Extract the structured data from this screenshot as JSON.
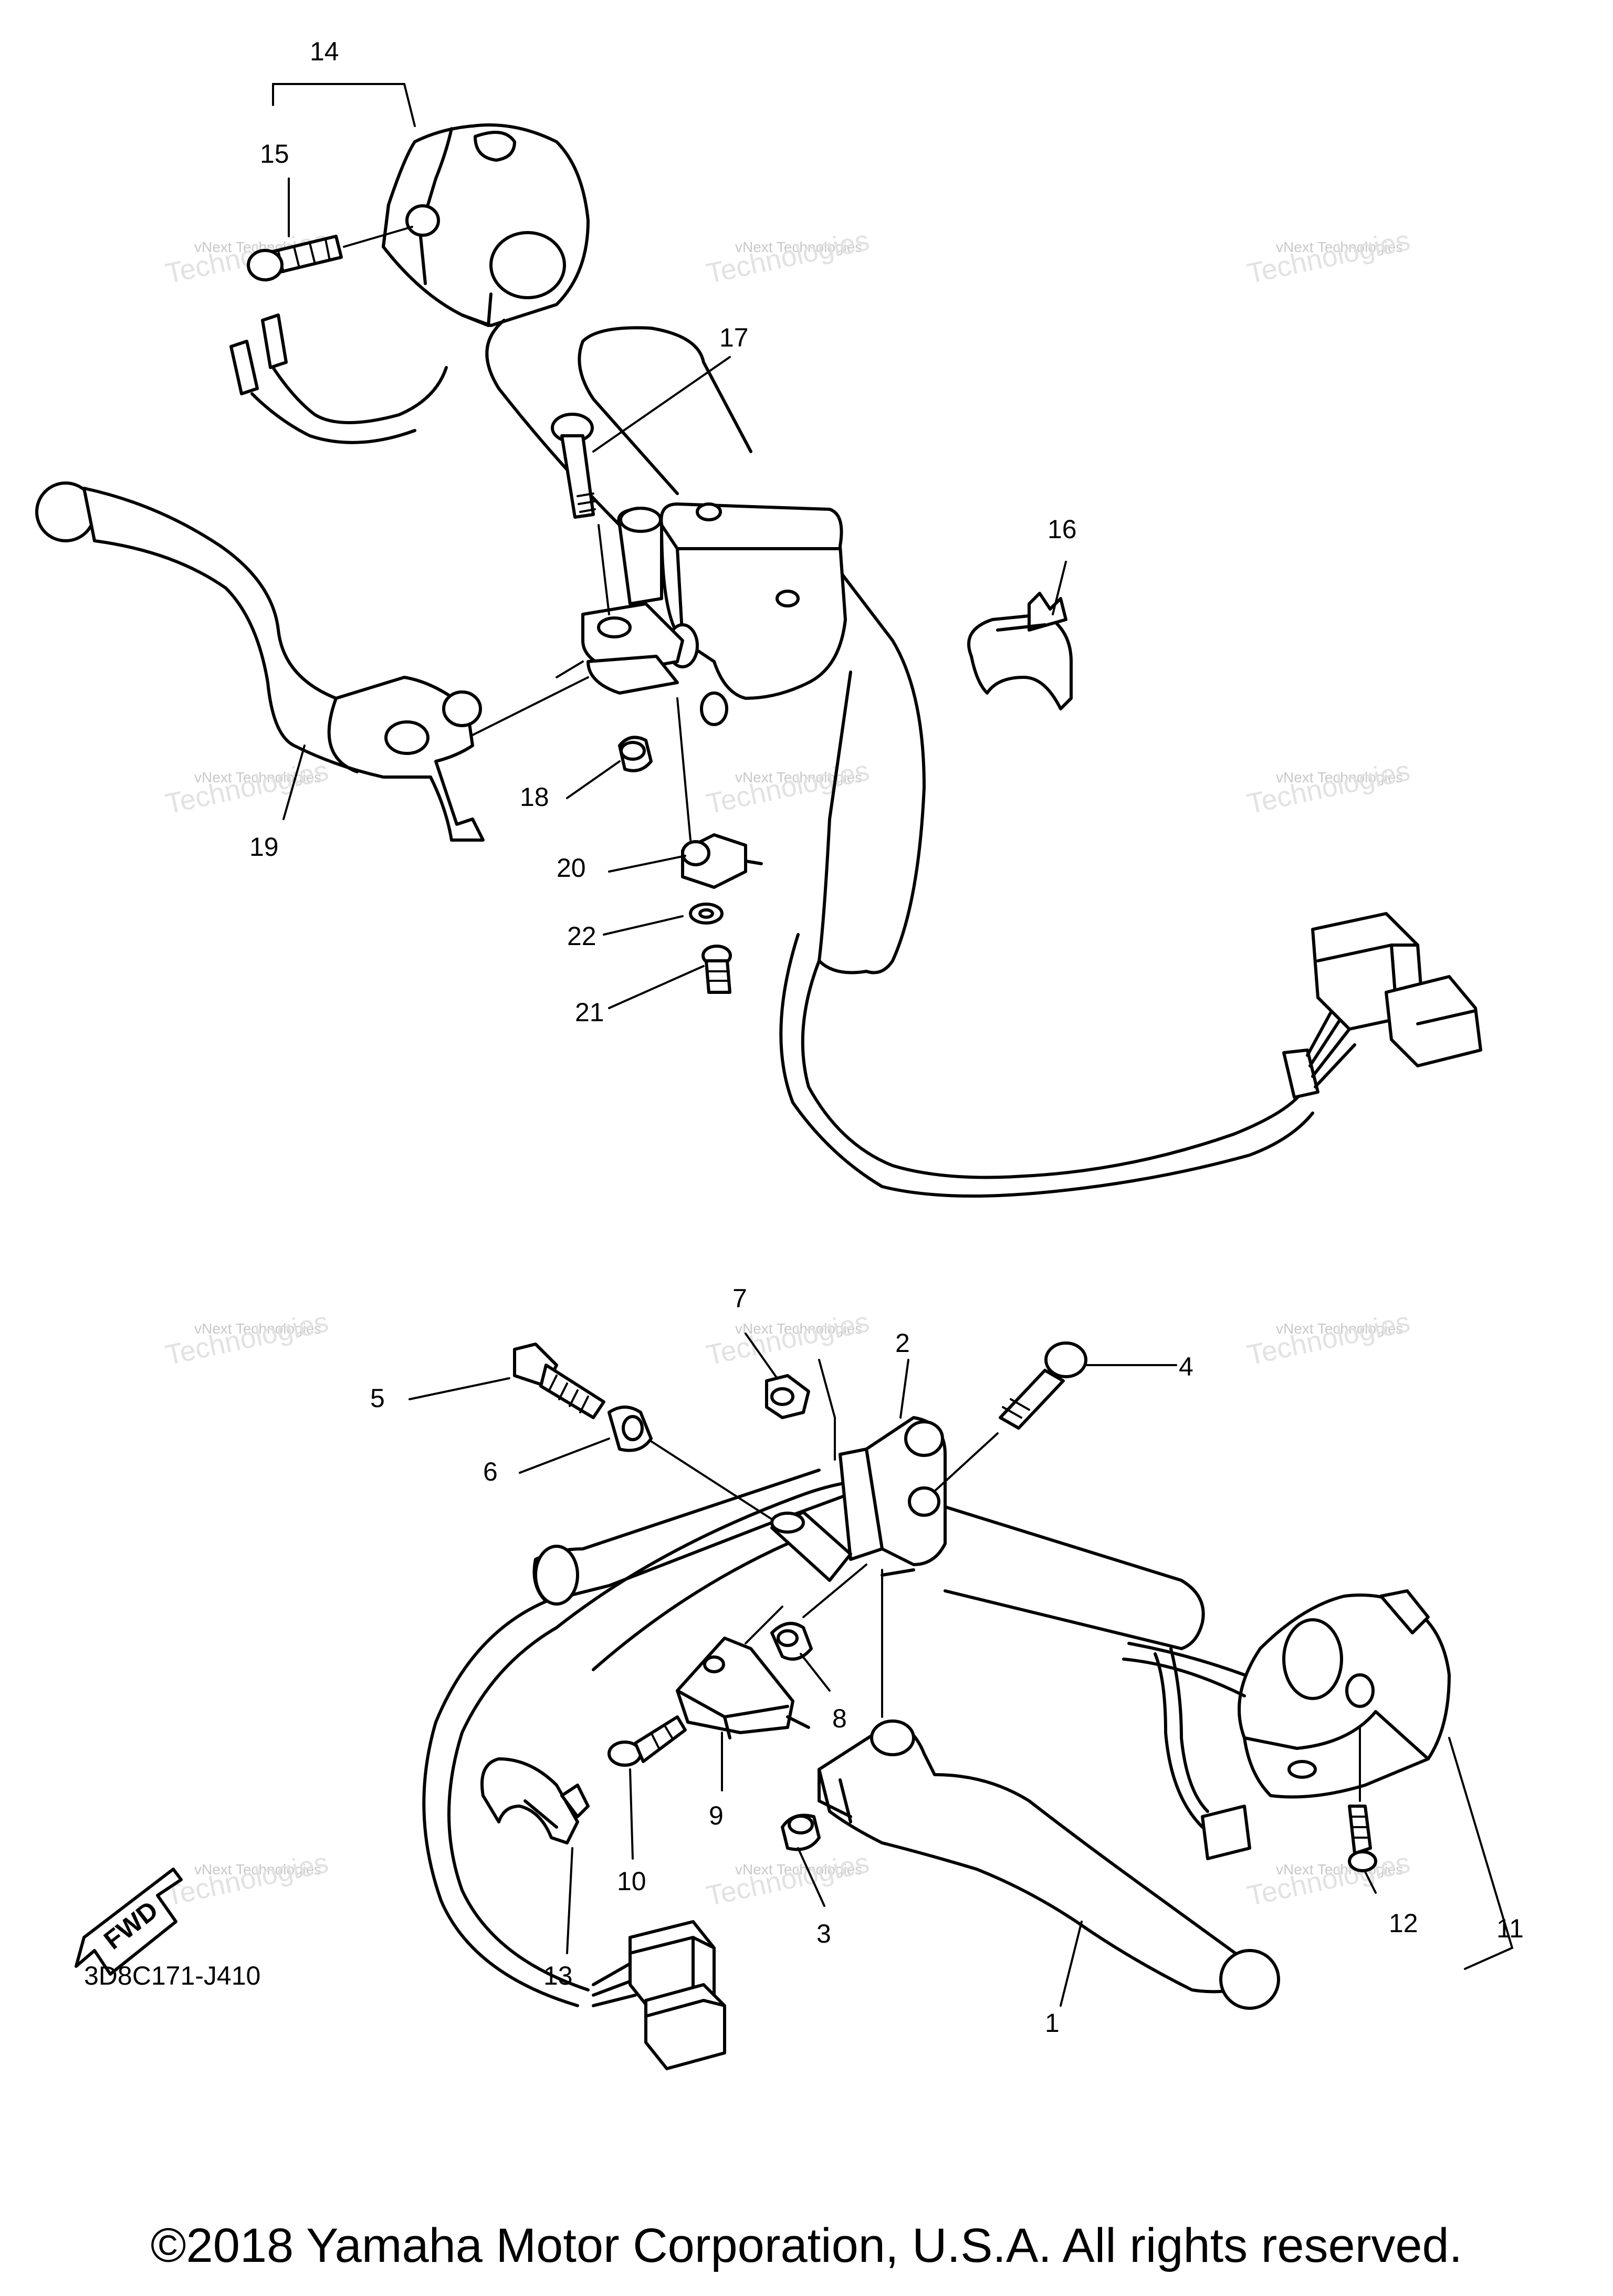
{
  "diagram": {
    "part_code": "3D8C171-J410",
    "fwd_label": "FWD",
    "callouts": [
      "1",
      "2",
      "3",
      "4",
      "5",
      "6",
      "7",
      "8",
      "9",
      "10",
      "11",
      "12",
      "13",
      "14",
      "15",
      "16",
      "17",
      "18",
      "19",
      "20",
      "21",
      "22"
    ],
    "watermark": {
      "line1": "vNext Technologies",
      "line2": "Technologies"
    }
  },
  "footer": {
    "copyright": "©2018 Yamaha Motor Corporation, U.S.A. All rights reserved."
  }
}
